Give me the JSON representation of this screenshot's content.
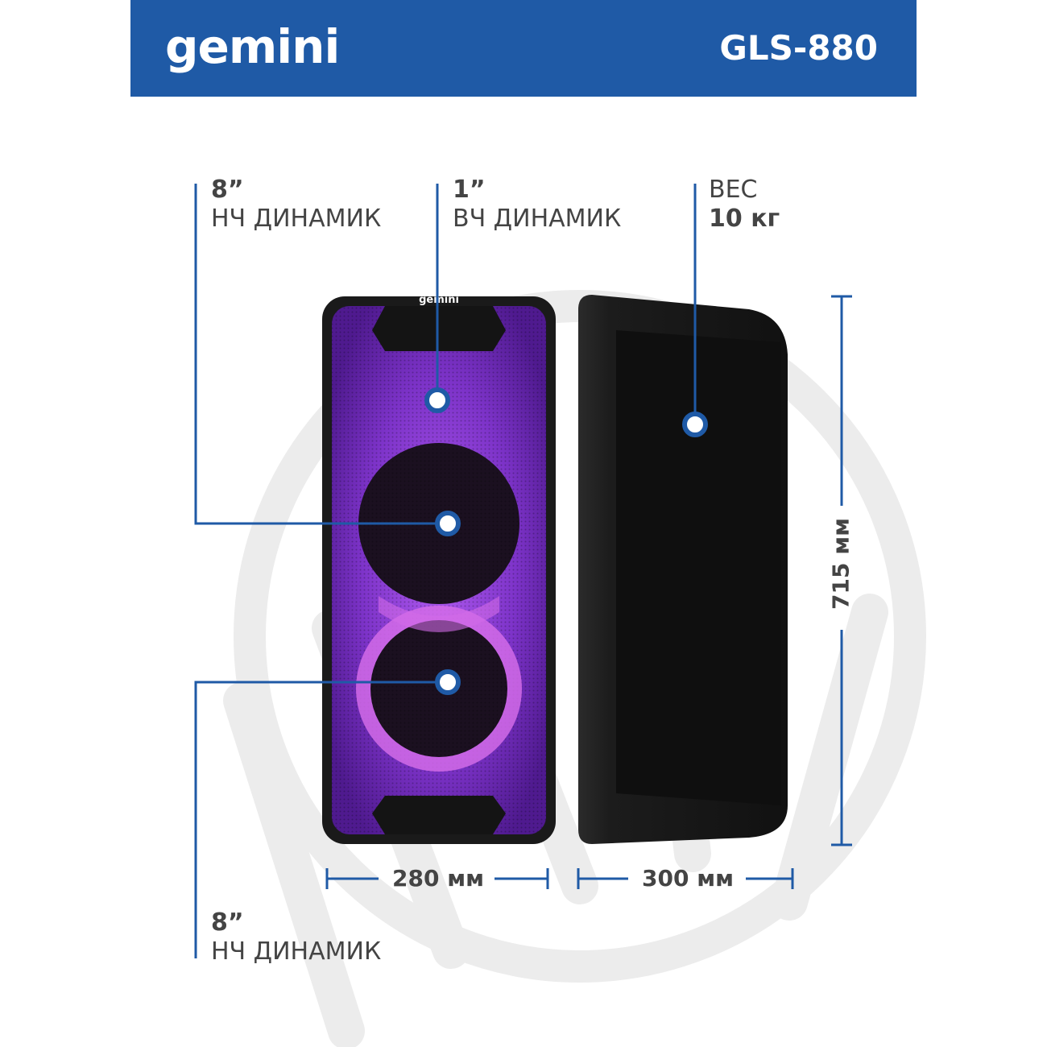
{
  "header": {
    "brand": "gemini",
    "model": "GLS-880"
  },
  "callouts": {
    "woofer_top": {
      "size": "8”",
      "label": "НЧ ДИНАМИК"
    },
    "tweeter": {
      "size": "1”",
      "label": "ВЧ ДИНАМИК"
    },
    "weight": {
      "label": "ВЕС",
      "value": "10 кг"
    },
    "woofer_bottom": {
      "size": "8”",
      "label": "НЧ ДИНАМИК"
    }
  },
  "dimensions": {
    "width": "280 мм",
    "depth": "300 мм",
    "height": "715 мм"
  },
  "colors": {
    "header": "#1f5aa6",
    "accent": "#1f5aa6",
    "glow": "#8a3bd6",
    "speaker_body": "#1a1a1a"
  },
  "grille_logo": "gemini"
}
